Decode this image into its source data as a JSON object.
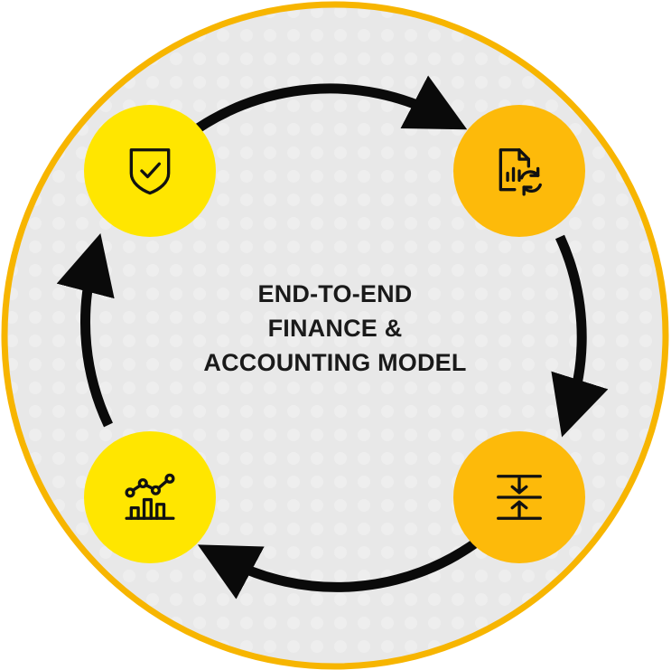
{
  "title_lines": [
    "END-TO-END",
    "FINANCE &",
    "ACCOUNTING MODEL"
  ],
  "colors": {
    "ring": "#F7B500",
    "disc": "#E9E9E9",
    "node_yellow": "#FFE600",
    "node_amber": "#FDBA0A",
    "arrow": "#0A0A0A",
    "icon_stroke": "#111111"
  },
  "nodes": [
    {
      "id": "top-left",
      "icon": "shield-check-icon",
      "color": "node_yellow"
    },
    {
      "id": "top-right",
      "icon": "document-refresh-icon",
      "color": "node_amber"
    },
    {
      "id": "bottom-right",
      "icon": "compress-vertical-icon",
      "color": "node_amber"
    },
    {
      "id": "bottom-left",
      "icon": "analytics-chart-icon",
      "color": "node_yellow"
    }
  ]
}
